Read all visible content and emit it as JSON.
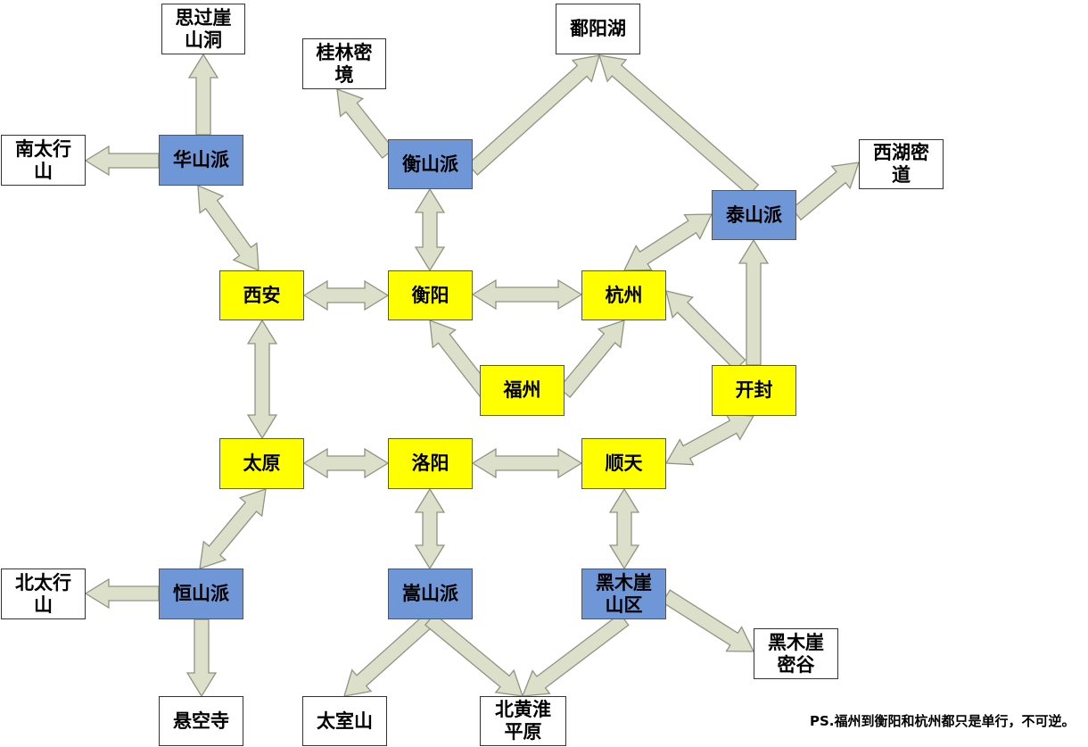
{
  "colors": {
    "city": "#ffff00",
    "sect": "#6f96d6",
    "place": "#ffffff",
    "arrow_fill": "#dcdfc9",
    "arrow_stroke": "#8f947f"
  },
  "nodes": {
    "xian": "西安",
    "hengyang": "衡阳",
    "hangzhou": "杭州",
    "fuzhou": "福州",
    "kaifeng": "开封",
    "taiyuan": "太原",
    "luoyang": "洛阳",
    "shuntian": "顺天",
    "huashan": "华山派",
    "hengshan_south": "衡山派",
    "taishan": "泰山派",
    "hengshan_north": "恒山派",
    "songshan": "嵩山派",
    "heimuya": "黑木崖\n山区",
    "siguoya": "思过崖\n山洞",
    "nantaihang": "南太行\n山",
    "guilin": "桂林密\n境",
    "poyang": "鄱阳湖",
    "xihu": "西湖密\n道",
    "beitaihang": "北太行\n山",
    "xuankong": "悬空寺",
    "taishi": "太室山",
    "beihuanghuai": "北黄淮\n平原",
    "heimuya_valley": "黑木崖\n密谷"
  },
  "note": "PS.福州到衡阳和杭州都只是单行，不可逆。"
}
